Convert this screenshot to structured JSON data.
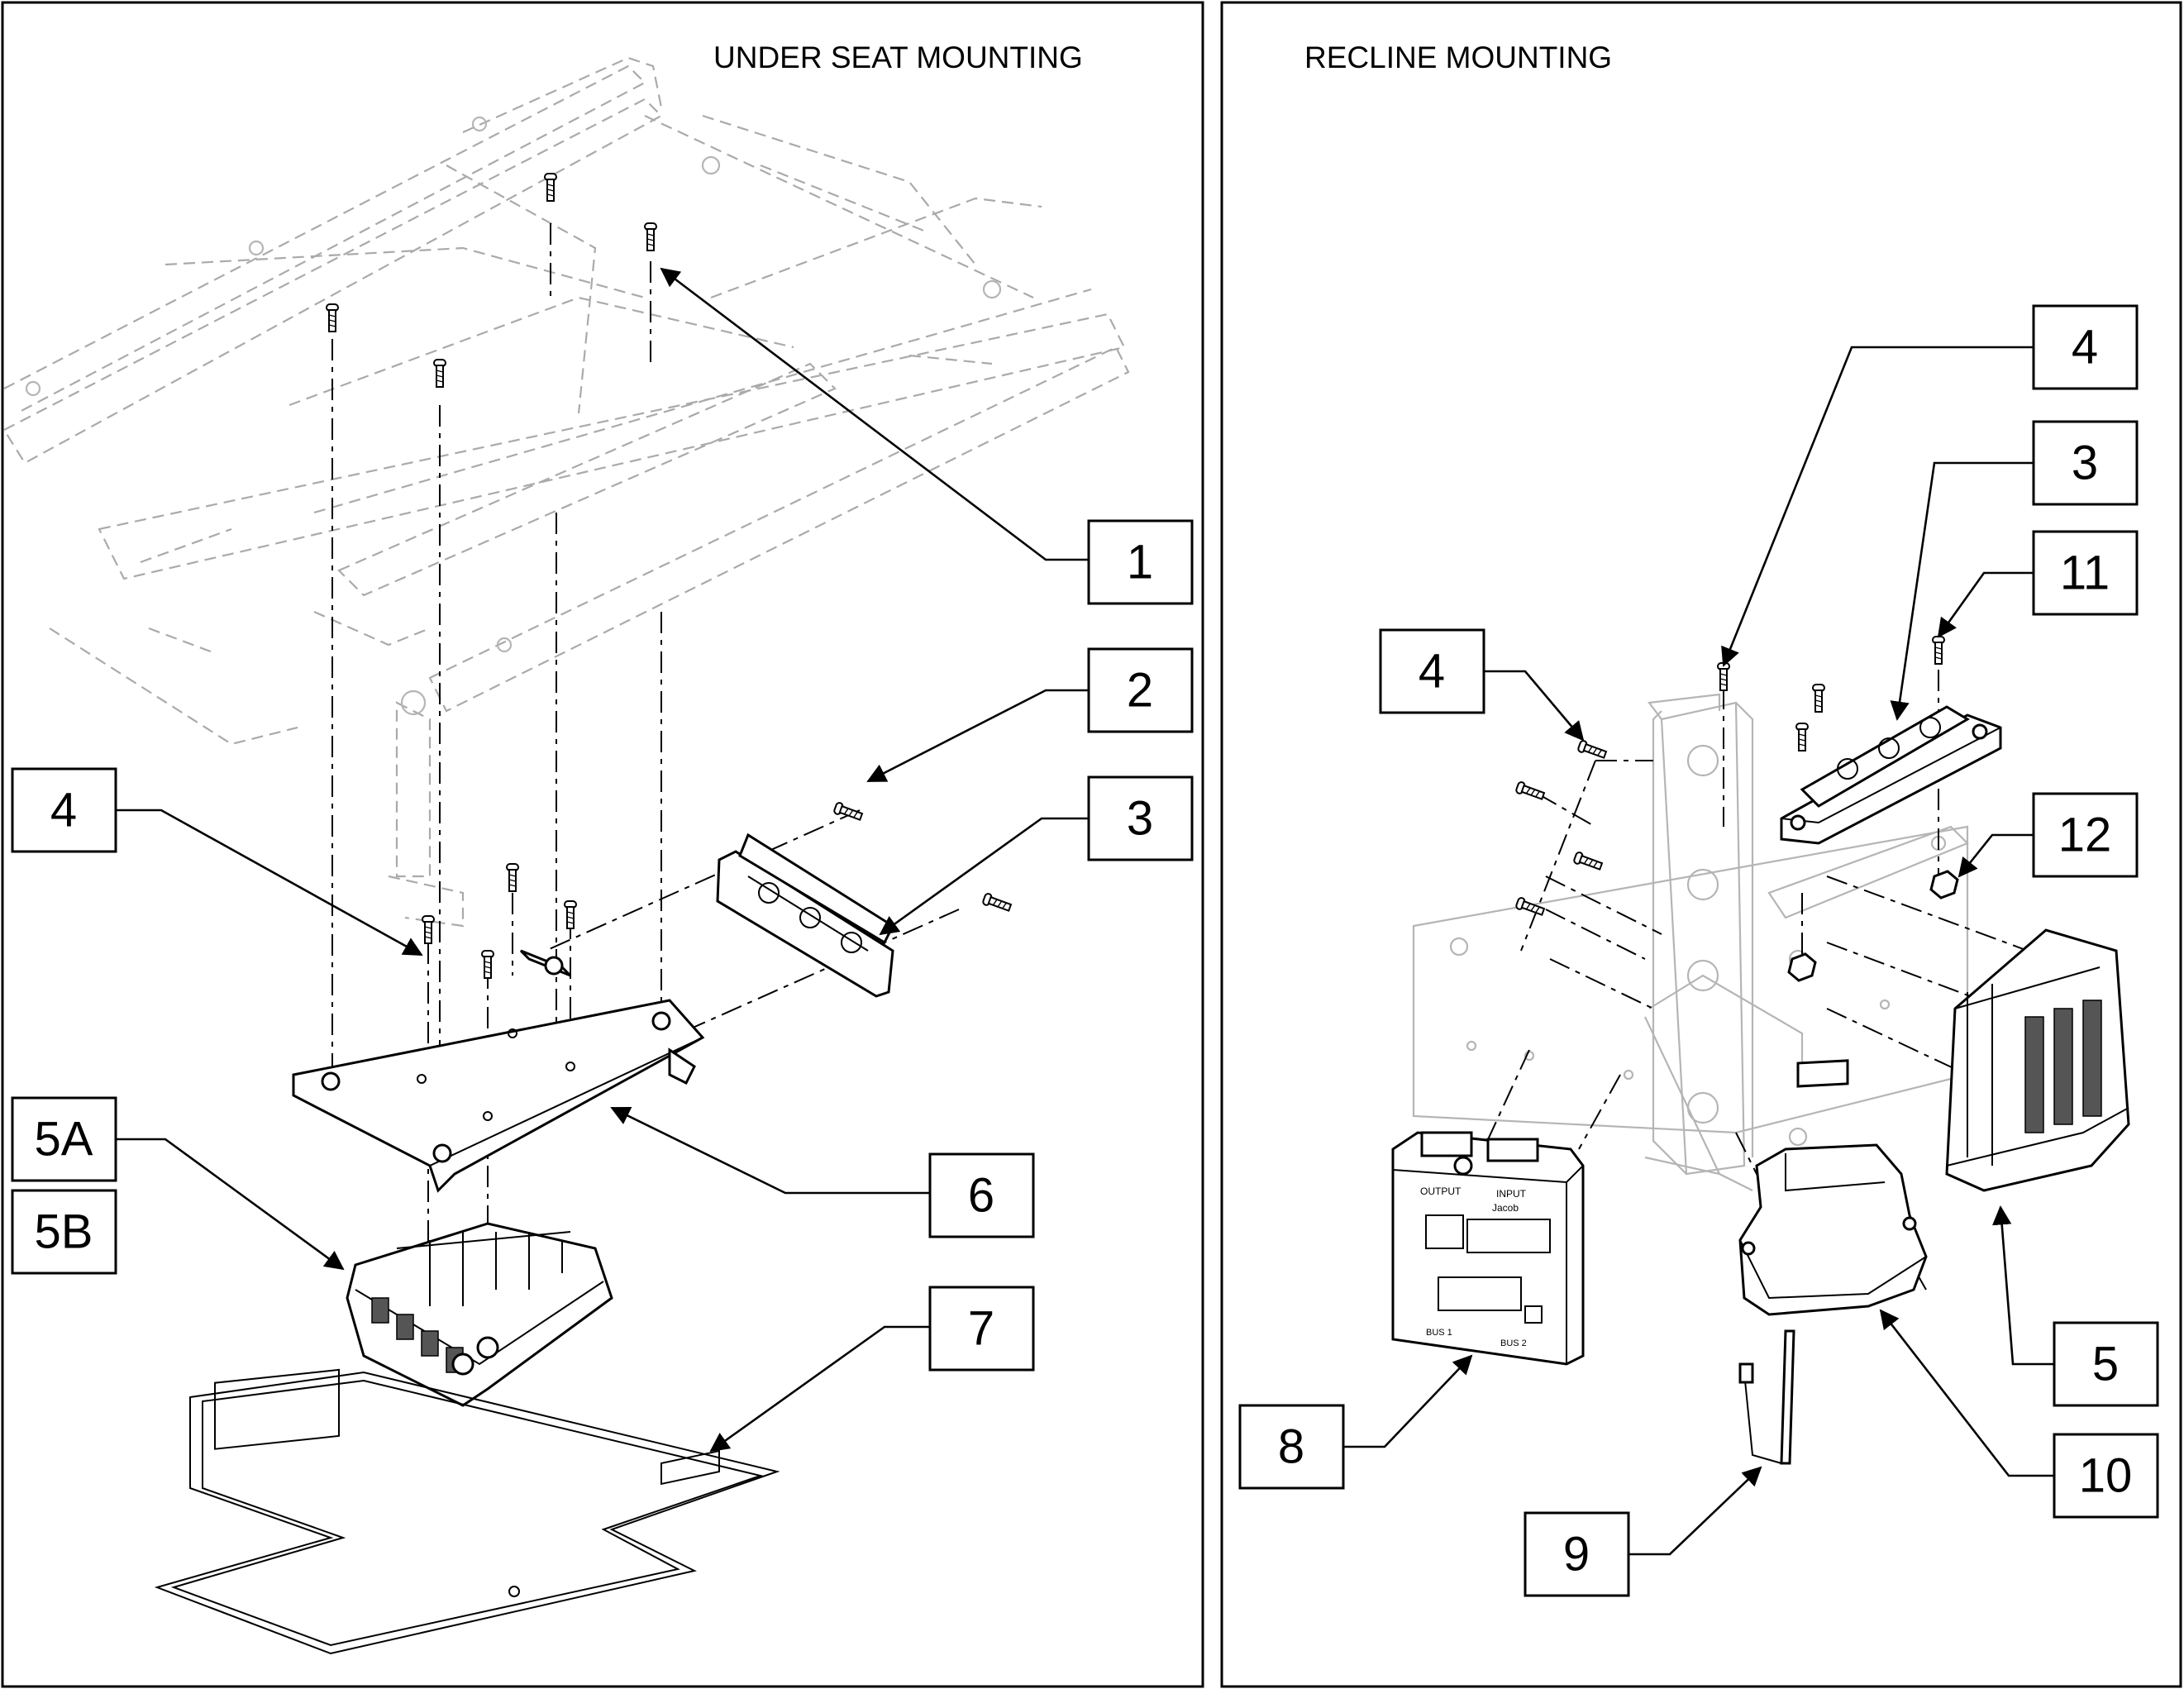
{
  "panels": [
    {
      "title": "UNDER SEAT MOUNTING",
      "callouts": [
        "1",
        "2",
        "3",
        "4",
        "5A",
        "5B",
        "6",
        "7"
      ]
    },
    {
      "title": "RECLINE MOUNTING",
      "callouts": [
        "4",
        "3",
        "11",
        "4",
        "12",
        "5",
        "8",
        "9",
        "10"
      ]
    }
  ],
  "module_labels": {
    "output": "OUTPUT",
    "input": "INPUT",
    "brand": "Jacob",
    "bus1": "BUS 1",
    "bus2": "BUS 2"
  }
}
